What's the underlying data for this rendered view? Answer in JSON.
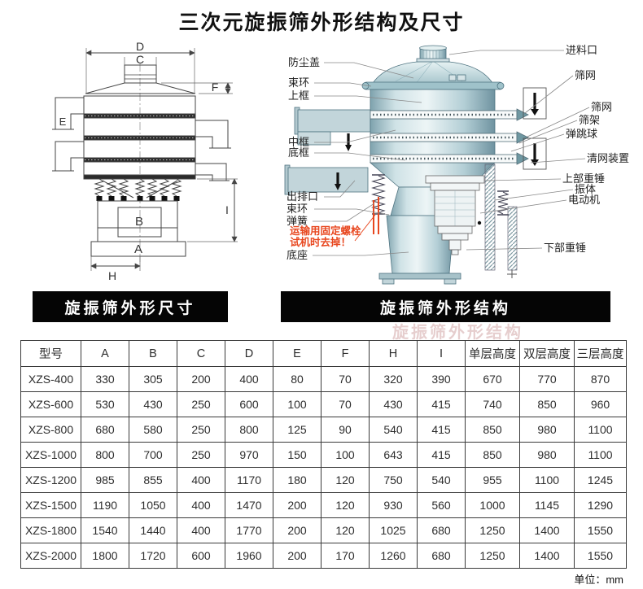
{
  "title": "三次元旋振筛外形结构及尺寸",
  "banners": {
    "left": "旋振筛外形尺寸",
    "right": "旋振筛外形结构"
  },
  "watermark": "旋振筛外形结构",
  "dimension_labels": {
    "d": "D",
    "c": "C",
    "f": "F",
    "e": "E",
    "b": "B",
    "a": "A",
    "h": "H",
    "i": "I"
  },
  "struct": {
    "left": {
      "dust_cover": "防尘盖",
      "clamp_ring_top": "束环",
      "upper_frame": "上框",
      "middle_frame": "中框",
      "bottom_frame": "底框",
      "discharge_outlet": "出排口",
      "clamp_ring_bottom": "束环",
      "spring": "弹簧",
      "transport_note_line1": "运输用固定螺栓",
      "transport_note_line2": "试机时去掉！",
      "base": "底座"
    },
    "right": {
      "feed_inlet": "进料口",
      "screen_mesh_top": "筛网",
      "screen_mesh_mid": "筛网",
      "screen_frame": "筛架",
      "bounce_ball": "弹跳球",
      "net_cleaning_device": "清网装置",
      "upper_weight": "上部重锤",
      "vibration_body": "振体",
      "motor": "电动机",
      "lower_weight": "下部重锤"
    }
  },
  "table": {
    "columns": [
      "型号",
      "A",
      "B",
      "C",
      "D",
      "E",
      "F",
      "H",
      "I",
      "单层高度",
      "双层高度",
      "三层高度"
    ],
    "rows": [
      {
        "model": "XZS-400",
        "values": [
          330,
          305,
          200,
          400,
          80,
          70,
          320,
          390,
          670,
          770,
          870
        ]
      },
      {
        "model": "XZS-600",
        "values": [
          530,
          430,
          250,
          600,
          100,
          70,
          430,
          415,
          740,
          850,
          960
        ]
      },
      {
        "model": "XZS-800",
        "values": [
          680,
          580,
          250,
          800,
          125,
          90,
          540,
          415,
          850,
          980,
          1100
        ]
      },
      {
        "model": "XZS-1000",
        "values": [
          800,
          700,
          250,
          970,
          150,
          100,
          643,
          415,
          850,
          980,
          1100
        ]
      },
      {
        "model": "XZS-1200",
        "values": [
          985,
          855,
          400,
          1170,
          180,
          120,
          750,
          540,
          955,
          1100,
          1245
        ]
      },
      {
        "model": "XZS-1500",
        "values": [
          1190,
          1050,
          400,
          1470,
          200,
          120,
          930,
          560,
          1000,
          1145,
          1290
        ]
      },
      {
        "model": "XZS-1800",
        "values": [
          1540,
          1440,
          400,
          1770,
          200,
          120,
          1025,
          680,
          1250,
          1400,
          1550
        ]
      },
      {
        "model": "XZS-2000",
        "values": [
          1800,
          1720,
          600,
          1960,
          200,
          170,
          1260,
          680,
          1250,
          1400,
          1550
        ]
      }
    ]
  },
  "footer": {
    "unit": "单位：mm"
  }
}
